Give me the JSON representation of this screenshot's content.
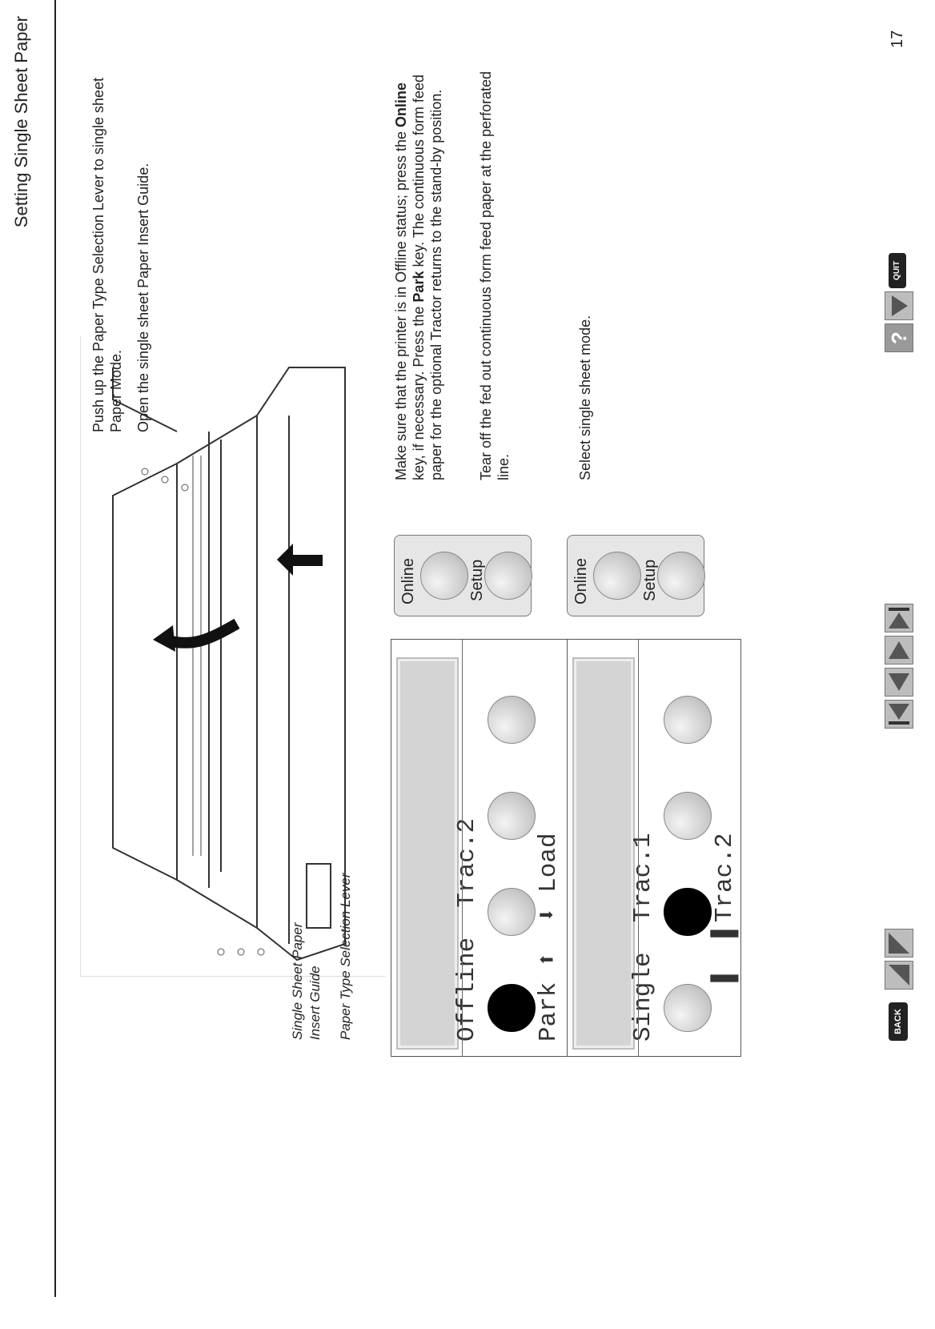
{
  "header": {
    "title": "Setting Single Sheet Paper"
  },
  "steps": {
    "step1": "Push up the Paper Type Selection Lever to single sheet Paper Mode.",
    "step2": "Open the single sheet Paper Insert Guide.",
    "step3_pre": "Make sure that the printer is in Offline status; press the ",
    "step3_online": "Online",
    "step3_mid": " key, if necessary. Press the ",
    "step3_park": "Park",
    "step3_post": " key. The continuous form feed paper for the optional Tractor returns to the stand-by position.",
    "step4": "Tear off the fed out continuous form feed paper at the perforated line.",
    "step5": "Select single sheet mode."
  },
  "illustration": {
    "label_guide_line1": "Single Sheet Paper",
    "label_guide_line2": "Insert Guide",
    "label_lever": "Paper Type Selection Lever"
  },
  "panel1": {
    "line1": "Offline  Trac.2",
    "line2": "Park ⬆  ⬇ Load",
    "online_label": "Online",
    "setup_label": "Setup"
  },
  "panel2": {
    "line1": "Single  Trac.1",
    "line2": "    ▌  ▌Trac.2",
    "online_label": "Online",
    "setup_label": "Setup"
  },
  "footer": {
    "back_label": "BACK",
    "help_label": "?",
    "quit_label": "QUIT",
    "page_number": "17"
  }
}
